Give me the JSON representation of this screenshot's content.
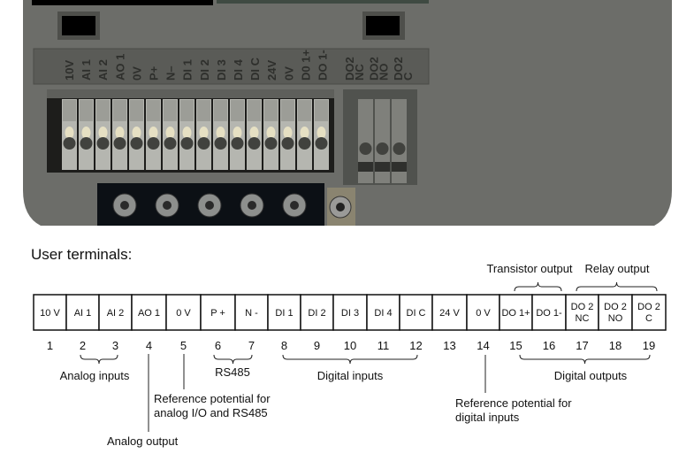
{
  "photo": {
    "terminal_labels": [
      "10V",
      "AI 1",
      "AI 2",
      "AO 1",
      "0V",
      "P+",
      "N–",
      "DI 1",
      "DI 2",
      "DI 3",
      "DI 4",
      "DI C",
      "24V",
      "0V",
      "D0 1+",
      "DO 1-"
    ],
    "relay_labels": [
      [
        "DO2",
        "NC"
      ],
      [
        "DO2",
        "NO"
      ],
      [
        "DO2",
        "C"
      ]
    ]
  },
  "title": "User terminals:",
  "terminals": [
    {
      "num": "1",
      "label": [
        "10 V"
      ]
    },
    {
      "num": "2",
      "label": [
        "AI 1"
      ]
    },
    {
      "num": "3",
      "label": [
        "AI 2"
      ]
    },
    {
      "num": "4",
      "label": [
        "AO 1"
      ]
    },
    {
      "num": "5",
      "label": [
        "0 V"
      ]
    },
    {
      "num": "6",
      "label": [
        "P +"
      ]
    },
    {
      "num": "7",
      "label": [
        "N -"
      ]
    },
    {
      "num": "8",
      "label": [
        "DI 1"
      ]
    },
    {
      "num": "9",
      "label": [
        "DI 2"
      ]
    },
    {
      "num": "10",
      "label": [
        "DI 3"
      ]
    },
    {
      "num": "11",
      "label": [
        "DI 4"
      ]
    },
    {
      "num": "12",
      "label": [
        "DI C"
      ]
    },
    {
      "num": "13",
      "label": [
        "24 V"
      ]
    },
    {
      "num": "14",
      "label": [
        "0 V"
      ]
    },
    {
      "num": "15",
      "label": [
        "DO 1+"
      ]
    },
    {
      "num": "16",
      "label": [
        "DO 1-"
      ]
    },
    {
      "num": "17",
      "label": [
        "DO 2",
        "NC"
      ]
    },
    {
      "num": "18",
      "label": [
        "DO 2",
        "NO"
      ]
    },
    {
      "num": "19",
      "label": [
        "DO 2",
        "C"
      ]
    }
  ],
  "annotations": {
    "analog_inputs": "Analog inputs",
    "rs485": "RS485",
    "digital_inputs": "Digital inputs",
    "digital_outputs": "Digital outputs",
    "transistor_output": "Transistor output",
    "relay_output": "Relay output",
    "ref_analog": [
      "Reference potential for",
      "analog I/O and RS485"
    ],
    "analog_output": "Analog output",
    "ref_digital": [
      "Reference potential for",
      "digital inputs"
    ]
  }
}
